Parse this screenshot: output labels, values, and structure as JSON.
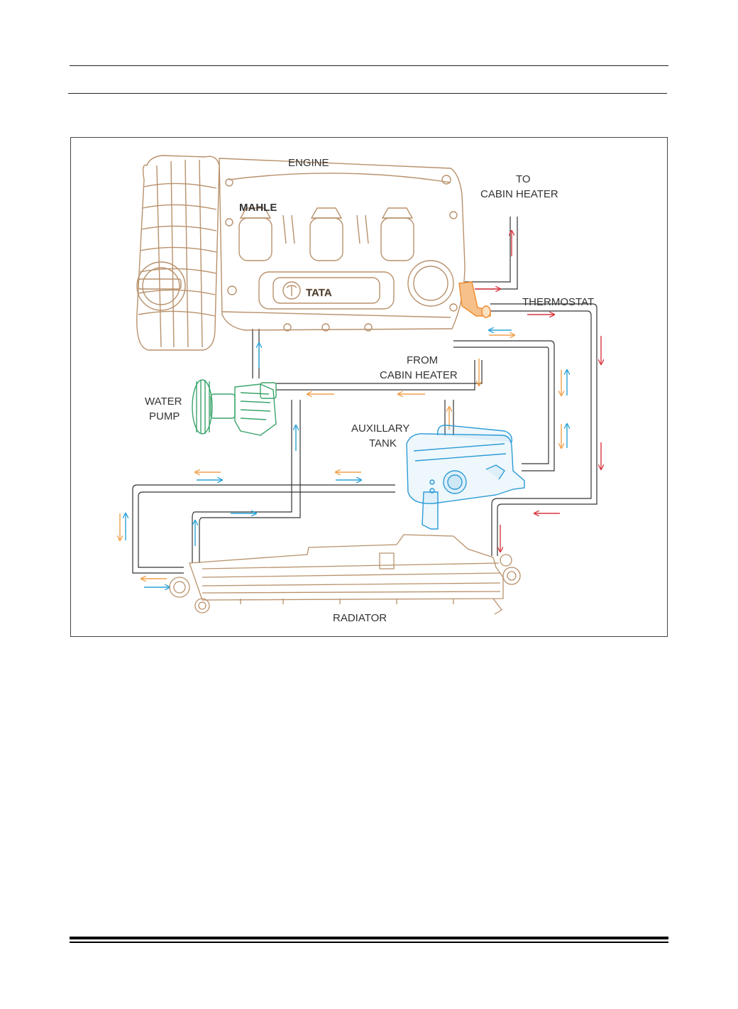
{
  "labels": {
    "engine": "ENGINE",
    "to_cabin_heater_1": "TO",
    "to_cabin_heater_2": "CABIN HEATER",
    "thermostat": "THERMOSTAT",
    "from_cabin_heater_1": "FROM",
    "from_cabin_heater_2": "CABIN HEATER",
    "water_pump_1": "WATER",
    "water_pump_2": "PUMP",
    "auxillary_tank_1": "AUXILLARY",
    "auxillary_tank_2": "TANK",
    "radiator": "RADIATOR"
  },
  "logos": {
    "engine_brand": "TATA",
    "valve_cover_brand": "MAHLE"
  },
  "colors": {
    "hot_flow": "#d9363e",
    "return_flow": "#f0a04b",
    "cold_flow": "#2aa3d8",
    "engine_line": "#b8916b",
    "water_pump": "#3aa46b",
    "tank": "#2b9bd6",
    "thermostat": "#f08a2c",
    "pipe": "#333333"
  }
}
